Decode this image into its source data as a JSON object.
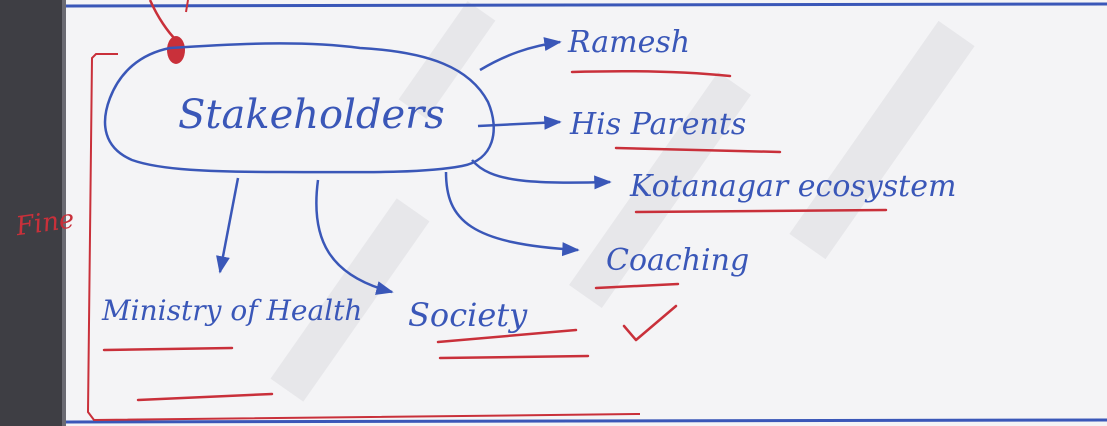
{
  "center": {
    "label": "Stakeholders"
  },
  "nodes": [
    {
      "id": "ramesh",
      "label": "Ramesh"
    },
    {
      "id": "parents",
      "label": "His Parents"
    },
    {
      "id": "kotanagar",
      "label": "Kotanagar ecosystem"
    },
    {
      "id": "coaching",
      "label": "Coaching"
    },
    {
      "id": "ministry",
      "label": "Ministry of Health"
    },
    {
      "id": "society",
      "label": "Society"
    }
  ],
  "annotations": {
    "margin_note": "Fine"
  },
  "colors": {
    "ink_blue": "#3a57b8",
    "ink_red": "#c9303a",
    "paper": "#f4f4f6",
    "watermark": "#d9d9dc"
  }
}
